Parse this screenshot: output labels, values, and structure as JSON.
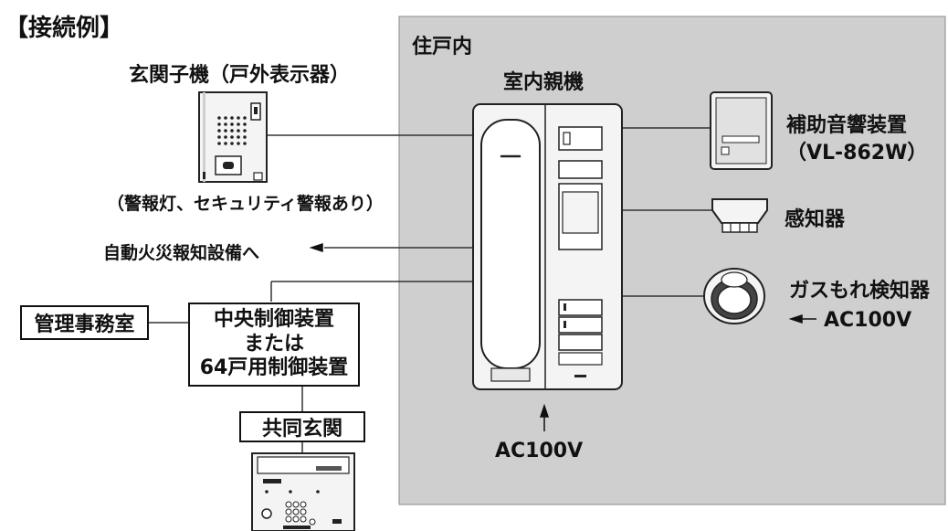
{
  "title": "【接続例】",
  "indoor_area_label": "住戸内",
  "devices": {
    "entrance_unit": {
      "label": "玄関子機（戸外表示器）",
      "note": "（警報灯、セキュリティ警報あり）"
    },
    "master_unit": {
      "label": "室内親機"
    },
    "speaker": {
      "label_line1": "補助音響装置",
      "label_line2": "（VL-862W）"
    },
    "sensor": {
      "label": "感知器"
    },
    "gas_detector": {
      "label": "ガスもれ検知器",
      "power": "AC100V"
    },
    "fire_alarm": {
      "label": "自動火災報知設備へ"
    },
    "master_power": {
      "label": "AC100V"
    }
  },
  "boxes": {
    "management_office": "管理事務室",
    "central_control": {
      "line1": "中央制御装置",
      "line2": "または",
      "line3": "64戸用制御装置"
    },
    "common_entrance": "共同玄関"
  },
  "colors": {
    "indoor_area_fill": "#cfcfcf",
    "line": "#333333",
    "device_fill": "#f4f4f4",
    "device_stroke": "#222222"
  }
}
